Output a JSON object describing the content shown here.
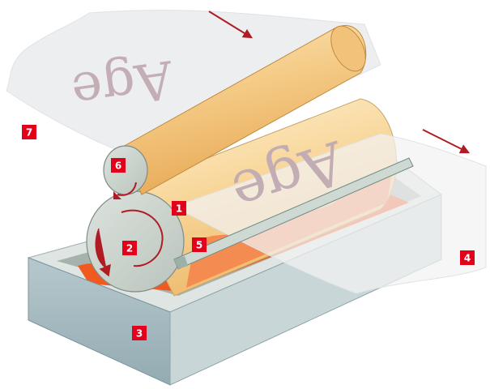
{
  "print_text": "Age",
  "colors": {
    "badge": "#e2001a",
    "arrow": "#b01c24",
    "ink": "#f05a1a",
    "cylinder": "#f5cc88",
    "trough": "#a9bcc2",
    "paper": "#e9ecef"
  },
  "labels": [
    {
      "id": "impression-cylinder",
      "text": "1"
    },
    {
      "id": "gravure-cylinder",
      "text": "2"
    },
    {
      "id": "ink-trough",
      "text": "3"
    },
    {
      "id": "paper-in",
      "text": "4"
    },
    {
      "id": "doctor-blade",
      "text": "5"
    },
    {
      "id": "pressure-roller",
      "text": "6"
    },
    {
      "id": "printed-paper",
      "text": "7"
    }
  ],
  "icons": [
    "direction-arrow-icon",
    "rotation-arrow-icon"
  ]
}
